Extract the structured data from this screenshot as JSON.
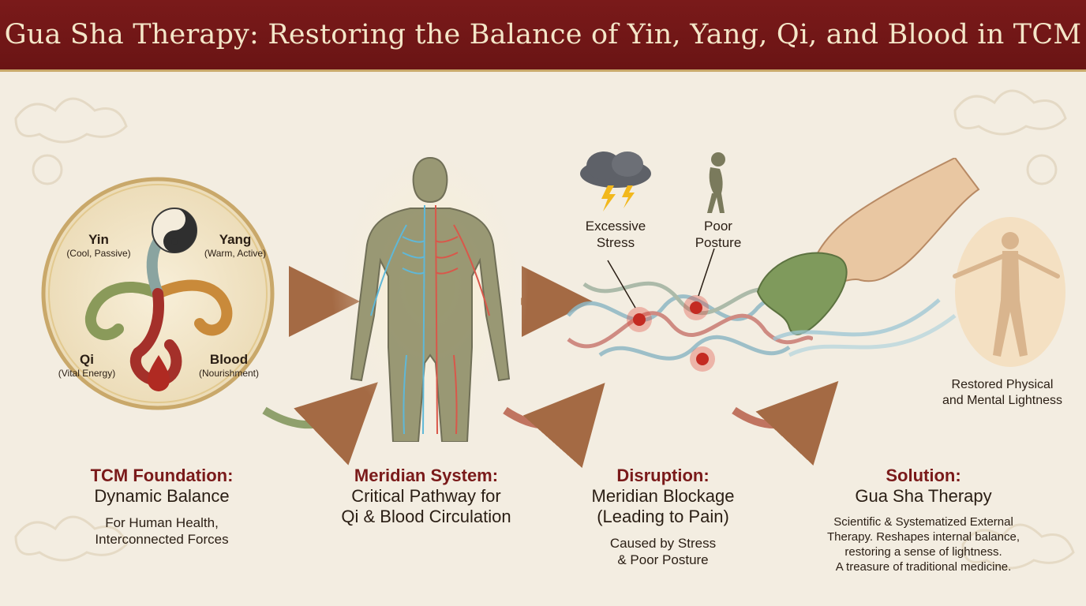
{
  "title": "Gua Sha Therapy: Restoring the Balance of Yin, Yang, Qi, and Blood in TCM",
  "foundation": {
    "yin": {
      "name": "Yin",
      "desc": "(Cool, Passive)"
    },
    "yang": {
      "name": "Yang",
      "desc": "(Warm, Active)"
    },
    "qi": {
      "name": "Qi",
      "desc": "(Vital Energy)"
    },
    "blood": {
      "name": "Blood",
      "desc": "(Nourishment)"
    }
  },
  "disruption_labels": {
    "stress": [
      "Excessive",
      "Stress"
    ],
    "posture": [
      "Poor",
      "Posture"
    ]
  },
  "restored_label": [
    "Restored Physical",
    "and Mental Lightness"
  ],
  "captions": [
    {
      "heading": "TCM Foundation:",
      "subtitle": [
        "Dynamic Balance"
      ],
      "desc": [
        "For Human Health,",
        "Interconnected Forces"
      ]
    },
    {
      "heading": "Meridian System:",
      "subtitle": [
        "Critical Pathway for",
        "Qi & Blood Circulation"
      ],
      "desc": []
    },
    {
      "heading": "Disruption:",
      "subtitle": [
        "Meridian Blockage",
        "(Leading to Pain)"
      ],
      "desc": [
        "Caused by Stress",
        "& Poor Posture"
      ]
    },
    {
      "heading": "Solution:",
      "subtitle": [
        "Gua Sha Therapy"
      ],
      "desc": [
        "Scientific & Systematized External",
        "Therapy. Reshapes internal balance,",
        "restoring a sense of lightness.",
        "A treasure of traditional medicine."
      ]
    }
  ],
  "colors": {
    "title_bg": "#6e1616",
    "title_text": "#f4e6c8",
    "heading_red": "#7a1a1a",
    "background": "#f3ede1",
    "jade": "#7f9a5c",
    "meridian_blue": "#5fb8d8",
    "meridian_red": "#d9574a"
  },
  "icons": [
    "yin-yang-icon",
    "blood-drop-icon",
    "storm-cloud-icon",
    "lightning-icon",
    "slouched-person-icon",
    "gua-sha-tool-icon",
    "floating-person-icon"
  ]
}
